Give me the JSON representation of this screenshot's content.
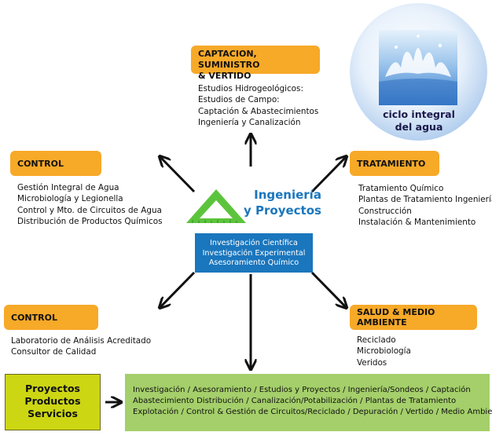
{
  "captacion": {
    "title_line1": "CAPTACION, SUMINISTRO",
    "title_line2": "& VERTIDO",
    "items": [
      "Estudios Hidrogeológicos:",
      "Estudios de Campo:",
      "Captación & Abastecimientos",
      "Ingeniería y Canalización"
    ]
  },
  "control_top": {
    "title": "CONTROL",
    "items": [
      "Gestión Integral de Agua",
      "Microbiología y Legionella",
      "Control y Mto. de Circuitos de Agua",
      "Distribución de Productos Químicos"
    ]
  },
  "tratamiento": {
    "title": "TRATAMIENTO",
    "items": [
      "Tratamiento Químico",
      "Plantas de Tratamiento Ingeniería",
      "Construcción",
      "Instalación & Mantenimiento"
    ]
  },
  "control_bottom": {
    "title": "CONTROL",
    "items": [
      "Laboratorio de Análisis Acreditado",
      "Consultor de  Calidad"
    ]
  },
  "salud": {
    "title": "SALUD & MEDIO AMBIENTE",
    "items": [
      "Reciclado",
      "Microbiología",
      "Veridos"
    ]
  },
  "center": {
    "brand_line1": "Ingeniería",
    "brand_line2": "y Proyectos",
    "items": [
      "Investigación Científica",
      "Investigación Experimental",
      "Asesoramiento Químico"
    ]
  },
  "ciclo": {
    "line1": "ciclo integral",
    "line2": "del agua"
  },
  "bottom": {
    "yellow_lines": [
      "Proyectos",
      "Productos",
      "Servicios"
    ],
    "green_lines": [
      "Investigación / Asesoramiento / Estudios y Proyectos / Ingeniería/Sondeos / Captación",
      "Abastecimiento Distribución  / Canalización/Potabilización / Plantas de Tratamiento",
      "Explotación / Control  & Gestión de Circuitos/Reciclado / Depuración / Vertido / Medio Ambiente"
    ]
  },
  "colors": {
    "orange": "#f7a928",
    "blue": "#1a76bd",
    "green": "#a4cf6a",
    "yellow": "#cdd613",
    "triangle": "#5cc43c"
  }
}
